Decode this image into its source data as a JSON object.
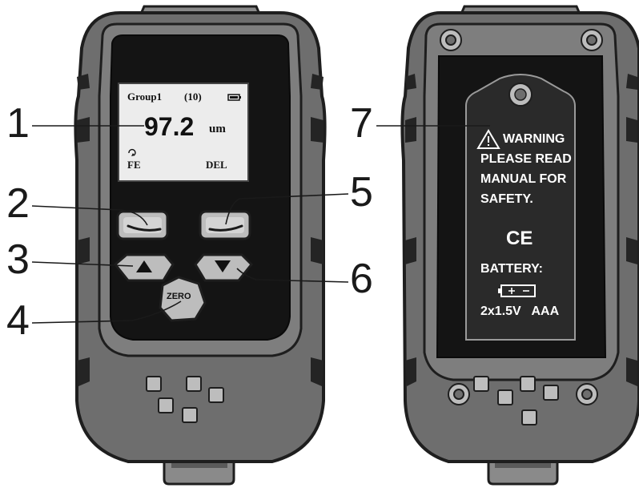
{
  "callouts": [
    "1",
    "2",
    "3",
    "4",
    "5",
    "6",
    "7"
  ],
  "screen": {
    "group": "Group1",
    "count": "(10)",
    "reading": "97.2",
    "unit": "um",
    "mode": "FE",
    "right_action": "DEL"
  },
  "zero_button_label": "ZERO",
  "warning_label": {
    "line1": "WARNING",
    "line2": "PLEASE READ",
    "line3": "MANUAL FOR",
    "line4": "SAFETY.",
    "ce_mark": "CE",
    "battery_title": "BATTERY:",
    "battery_spec": "2x1.5V   AAA"
  },
  "icons": [
    "battery-level-icon",
    "refresh-icon",
    "up-arrow-icon",
    "down-arrow-icon",
    "warning-triangle-icon",
    "battery-polarity-icon"
  ],
  "colors": {
    "body_gray": "#6e6e6e",
    "panel_black": "#141414",
    "outline": "#1e1e1e",
    "button_face": "#bdbdbd",
    "lcd_bg": "#ececec"
  }
}
